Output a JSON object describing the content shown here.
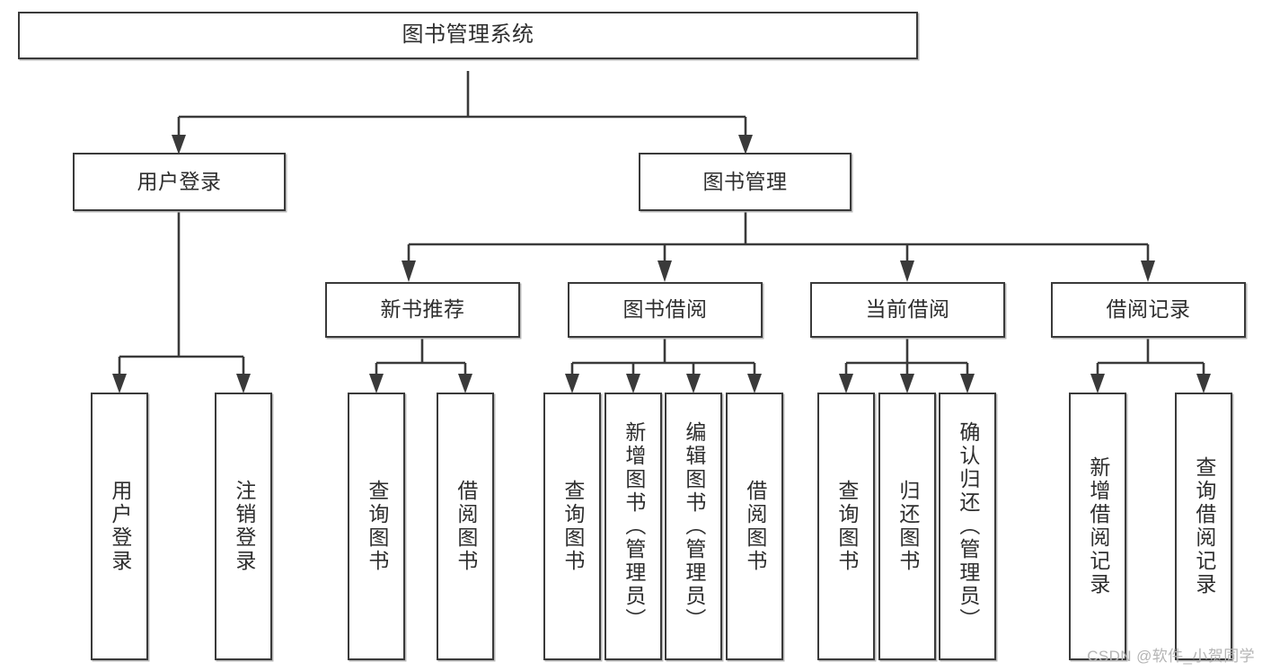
{
  "diagram": {
    "title": "图书管理系统",
    "watermark": "CSDN @软件_小贺同学",
    "line_color": "#3a3a3a",
    "box_fill": "#ffffff",
    "text_color": "#2e2e2e",
    "watermark_color": "#b4b4b4",
    "root": {
      "label": "图书管理系统"
    },
    "level2": [
      {
        "label": "用户登录"
      },
      {
        "label": "图书管理"
      }
    ],
    "level3": [
      {
        "label": "新书推荐"
      },
      {
        "label": "图书借阅"
      },
      {
        "label": "当前借阅"
      },
      {
        "label": "借阅记录"
      }
    ],
    "leaves": {
      "user_login": [
        {
          "label": "用户登录"
        },
        {
          "label": "注销登录"
        }
      ],
      "new_book_recommend": [
        {
          "label": "查询图书"
        },
        {
          "label": "借阅图书"
        }
      ],
      "book_borrow": [
        {
          "label": "查询图书"
        },
        {
          "label": "新增图书（管理员）"
        },
        {
          "label": "编辑图书（管理员）"
        },
        {
          "label": "借阅图书"
        }
      ],
      "current_borrow": [
        {
          "label": "查询图书"
        },
        {
          "label": "归还图书"
        },
        {
          "label": "确认归还（管理员）"
        }
      ],
      "borrow_record": [
        {
          "label": "新增借阅记录"
        },
        {
          "label": "查询借阅记录"
        }
      ]
    }
  }
}
